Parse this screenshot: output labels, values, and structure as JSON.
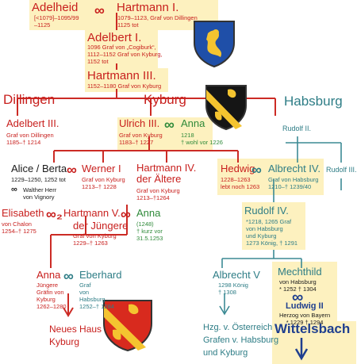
{
  "colors": {
    "kyburg_red": "#c8201e",
    "habsburg_teal": "#2e7d86",
    "green": "#2f8a3a",
    "highlight": "#fdf1bf",
    "line_red": "#cc2b25",
    "line_teal": "#3c8a94"
  },
  "icons": {
    "dillingen_shield": "blue shield with yellow rampant lion",
    "kyburg_shield": "black shield with yellow diagonal band and two lions",
    "habsburg_kyburg_shield": "red shield with yellow diagonal band and two lions",
    "marriage": "infinity symbol"
  },
  "marriage_symbol": "∞",
  "marriage_symbol_2": "∞₂",
  "persons": {
    "adelheid": {
      "name": "Adelheid",
      "info": "[<1079]–1095/99\n–1125"
    },
    "hartmann1": {
      "name": "Hartmann I.",
      "info": "1079–1123, Graf von Dillingen\n1125 tot"
    },
    "adelbert1": {
      "name": "Adelbert I.",
      "info": "1096 Graf von „Cogiburk“,\n1112–1152 Graf von Kyburg,\n1152 tot"
    },
    "hartmann3": {
      "name": "Hartmann III.",
      "info": "1152–1180 Graf von Kyburg"
    },
    "adelbert3": {
      "name": "Adelbert III.",
      "info": "Graf von Dillingen\n1185–† 1214"
    },
    "ulrich3": {
      "name": "Ulrich III.",
      "info": "Graf von Kyburg\n1183–† 1227"
    },
    "anna1": {
      "name": "Anna",
      "info": "1218\n† wohl vor 1226"
    },
    "rudolf2": {
      "name": "Rudolf II."
    },
    "rudolf3": {
      "name": "Rudolf III."
    },
    "alice": {
      "name": "Alice / Berta",
      "info": "1229–1250, 1252 tot",
      "spouse": "Walther Herr\nvon Vignory"
    },
    "werner1": {
      "name": "Werner I",
      "info": "Graf von Kyburg\n1213–† 1228"
    },
    "hartmann4": {
      "name": "Hartmann IV.\nder Ältere",
      "info": "Graf von Kyburg\n1213–†1264"
    },
    "hedwig": {
      "name": "Hedwig",
      "info": "1228–1263\nlebt noch 1263"
    },
    "albrecht4": {
      "name": "Albrecht IV.",
      "info": "Graf von Habsburg\n1210–† 1239/40"
    },
    "elisabeth": {
      "name": "Elisabeth",
      "info": "von Chalon\n1254–† 1275"
    },
    "hartmann5": {
      "name": "Hartmann V.",
      "name2": "der Jüngere",
      "info": "Graf von Kyburg\n1229–† 1263"
    },
    "anna2": {
      "name": "Anna",
      "info": "(1248)\n† kurz vor\n31.5.1253"
    },
    "rudolf4": {
      "name": "Rudolf IV.",
      "info": "*1218, 1265 Graf\nvon Habsburg\nund Kyburg\n1273 König, † 1291"
    },
    "anna3": {
      "name": "Anna",
      "info": "Jüngere\nGräfin von\nKyburg\n1262–1280"
    },
    "eberhard": {
      "name": "Eberhard",
      "info": "Graf\nvon\nHabsburg\n1252–† 1284"
    },
    "albrecht5": {
      "name": "Albrecht V",
      "info": "1298 König\n† 1308"
    },
    "mechthild": {
      "name": "Mechthild",
      "info": "von Habsburg\n* 1252 † 1304"
    },
    "ludwig2": {
      "name": "Ludwig II",
      "info": "Herzog von Bayern\n* 1229 † 1294"
    }
  },
  "houses": {
    "dillingen": "Dillingen",
    "kyburg": "Kyburg",
    "habsburg": "Habsburg",
    "neues_haus": "Neues Haus\nKyburg",
    "hzg": "Hzg. v. Österreich\nGrafen v. Habsburg\nund Kyburg",
    "wittelsbach": "Wittelsbach"
  }
}
